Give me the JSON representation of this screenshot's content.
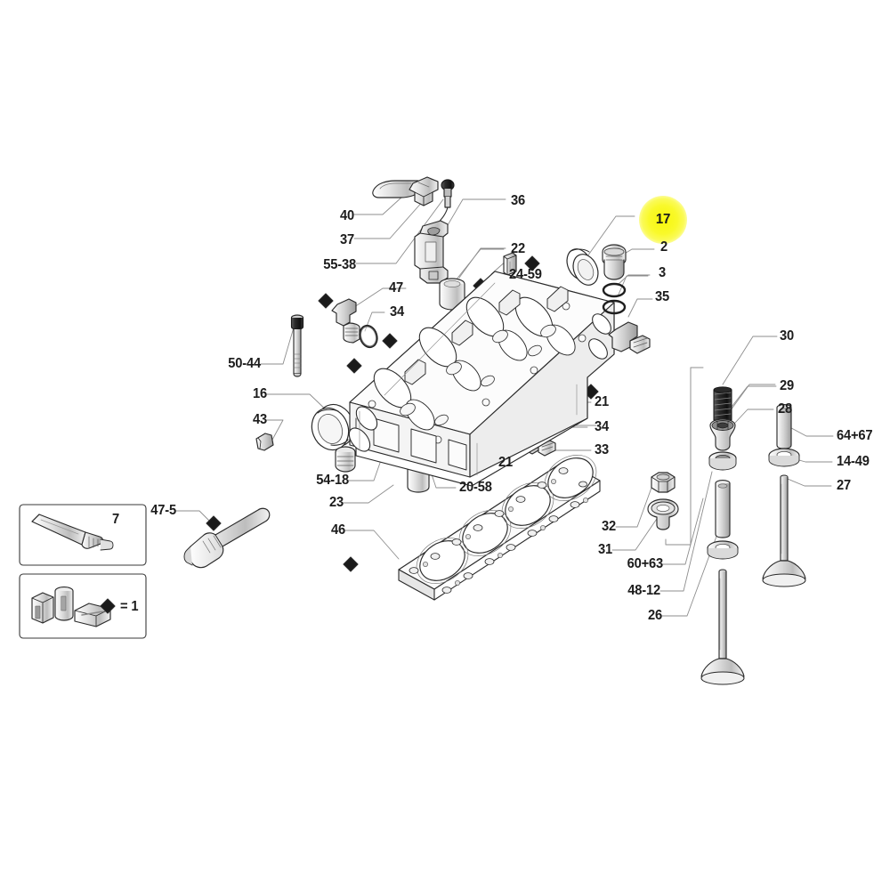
{
  "diagram": {
    "title": "Cylinder Head Exploded Parts Diagram",
    "type": "exploded-parts-diagram",
    "background_color": "#ffffff",
    "line_color": "#2a2a2a",
    "leader_color": "#8a8a8a",
    "label_color": "#1c1c1c",
    "highlight_color": "#f7f70a",
    "highlighted_part": "17"
  },
  "labels": {
    "p40": "40",
    "p37": "37",
    "p55_38": "55-38",
    "p36": "36",
    "p22": "22",
    "p24_59": "24-59",
    "p17": "17",
    "p2": "2",
    "p3": "3",
    "p35": "35",
    "p47": "47",
    "p34a": "34",
    "p50_44": "50-44",
    "p16": "16",
    "p43": "43",
    "p54_18": "54-18",
    "p23": "23",
    "p46": "46",
    "p20_58": "20-58",
    "p21a": "21",
    "p21b": "21",
    "p34b": "34",
    "p33": "33",
    "p30": "30",
    "p29": "29",
    "p28": "28",
    "p64_67": "64+67",
    "p14_49": "14-49",
    "p27": "27",
    "p32": "32",
    "p31": "31",
    "p60_63": "60+63",
    "p48_12": "48-12",
    "p26": "26",
    "p47_5": "47-5",
    "p7": "7",
    "legend": "= 1"
  }
}
